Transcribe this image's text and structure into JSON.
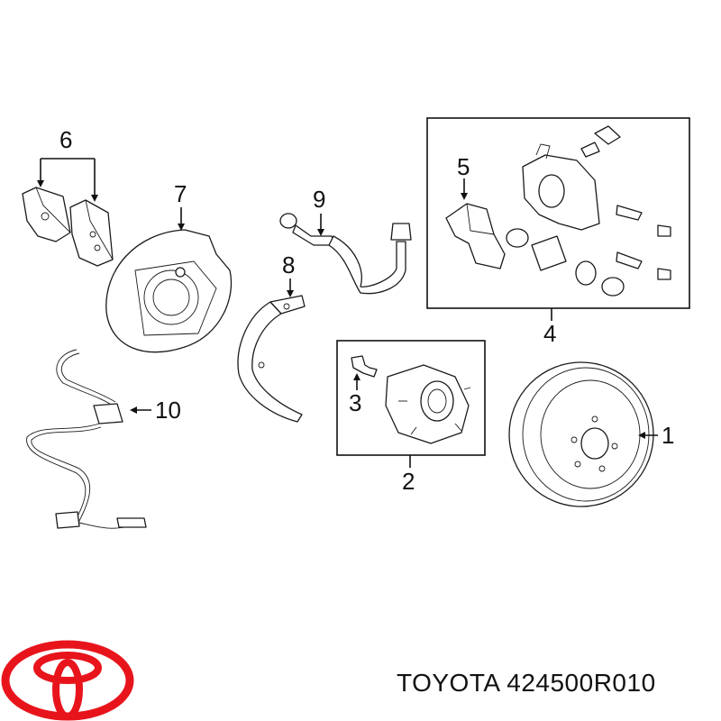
{
  "callouts": {
    "c1": "1",
    "c2": "2",
    "c3": "3",
    "c4": "4",
    "c5": "5",
    "c6": "6",
    "c7": "7",
    "c8": "8",
    "c9": "9",
    "c10": "10"
  },
  "brand": {
    "label": "TOYOTA 424500R010",
    "logo": "toyota-emblem",
    "logo_color": "#e8141c"
  },
  "colors": {
    "line": "#111111"
  }
}
